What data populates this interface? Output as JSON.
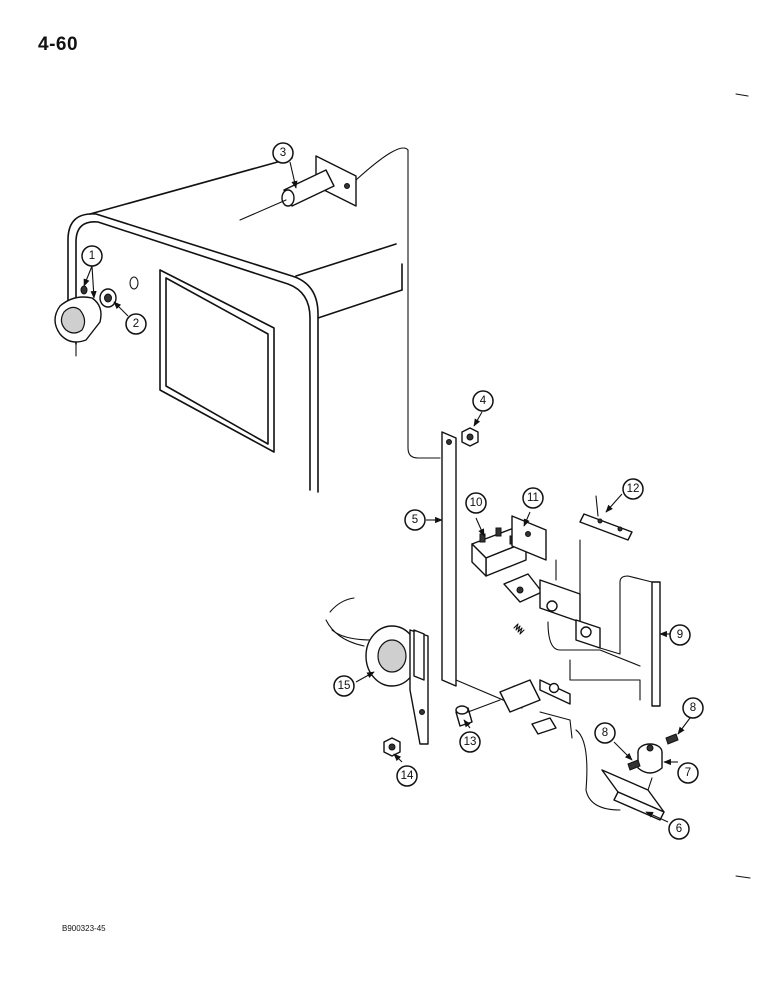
{
  "page_number": "4-60",
  "document_code": "B900323-45",
  "callouts": [
    "1",
    "2",
    "3",
    "4",
    "5",
    "6",
    "7",
    "8",
    "8",
    "9",
    "10",
    "11",
    "12",
    "13",
    "14",
    "15"
  ]
}
